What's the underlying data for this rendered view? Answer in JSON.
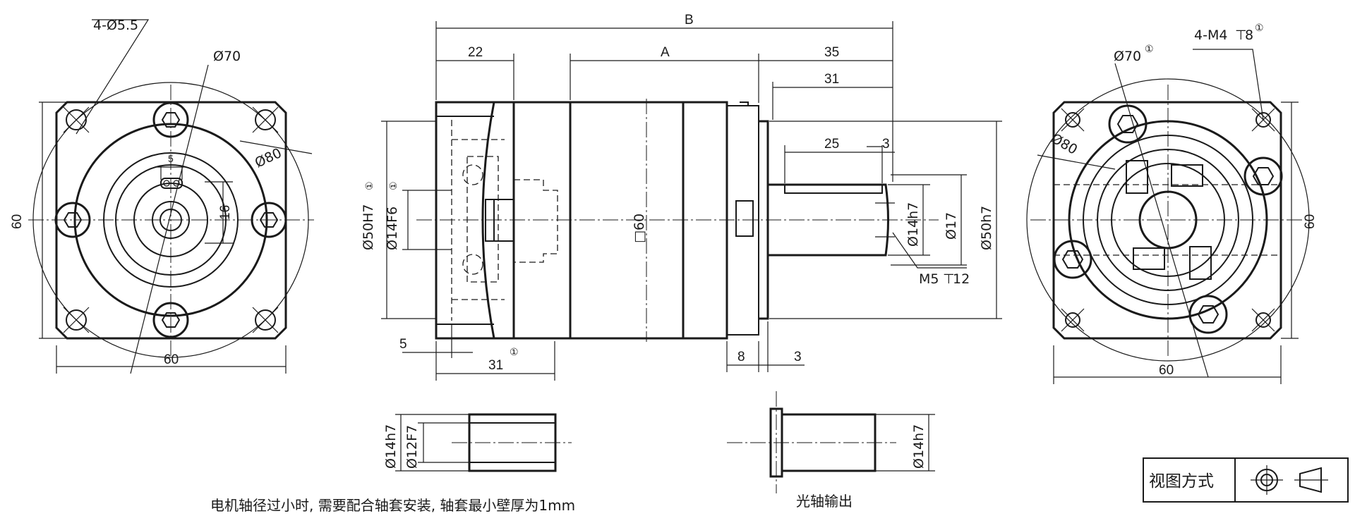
{
  "dims": {
    "left_holes": "4-Ø5.5",
    "left_pcd": "Ø70",
    "left_outer": "Ø80",
    "left_key": "5",
    "left_shaft": "16",
    "left_height": "60",
    "left_width": "60",
    "total": "B",
    "length_a": "A",
    "len_22": "22",
    "len_35": "35",
    "len_31": "31",
    "len_25": "25",
    "len_3_key": "3",
    "bore_50": "Ø50H7",
    "bore_14": "Ø14F6",
    "square_60": "□60",
    "shaft_14": "Ø14h7",
    "shaft_17": "Ø17",
    "spigot_50": "Ø50h7",
    "thread": "M5",
    "thread_depth": "12",
    "len_5": "5",
    "len_31_bottom": "31",
    "len_8": "8",
    "len_3_bottom": "3",
    "right_pcd": "Ø70",
    "right_threads": "4-M4",
    "right_thread_depth": "8",
    "right_outer": "Ø80",
    "right_height": "60",
    "right_width": "60",
    "note_mark": "①",
    "sleeve_od": "Ø14h7",
    "sleeve_id": "Ø12F7",
    "smooth_shaft_d": "Ø14h7"
  },
  "notes": {
    "sleeve_note": "电机轴径过小时, 需要配合轴套安装, 轴套最小壁厚为1mm",
    "smooth_shaft": "光轴输出"
  },
  "view_box": {
    "label": "视图方式"
  },
  "icons": {
    "first_angle_circle": "concentric-circles-icon",
    "first_angle_cone": "truncated-cone-icon"
  }
}
